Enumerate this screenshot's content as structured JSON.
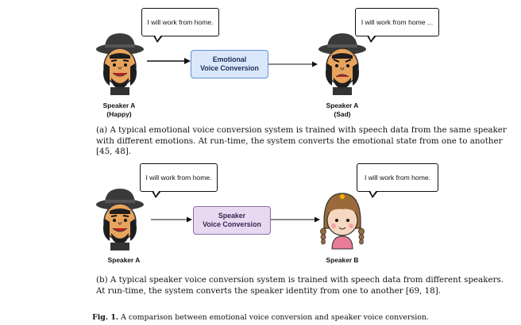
{
  "panel_a": {
    "speaker_left_bubble": "I will work from home.",
    "speaker_right_bubble": "I will work from home ...",
    "box_line1": "Emotional",
    "box_line2": "Voice Conversion",
    "speaker_left_name": "Speaker A",
    "speaker_left_state": "(Happy)",
    "speaker_right_name": "Speaker A",
    "speaker_right_state": "(Sad)",
    "caption": "(a) A typical emotional voice conversion system is trained with speech data from the same speaker with different emotions. At run-time, the system converts the emotional state from one to another [45, 48]."
  },
  "panel_b": {
    "speaker_left_bubble": "I will work from home.",
    "speaker_right_bubble": "I will work from home.",
    "box_line1": "Speaker",
    "box_line2": "Voice Conversion",
    "speaker_left_name": "Speaker A",
    "speaker_right_name": "Speaker B",
    "caption": "(b) A typical speaker voice conversion system is trained with speech data from different speakers. At run-time, the system converts the speaker identity from one to another [69, 18]."
  },
  "figure_caption": {
    "label": "Fig. 1.",
    "text": "A comparison between emotional voice conversion and speaker voice conversion."
  },
  "colors": {
    "emotional_box_fill": "#dbe8fb",
    "emotional_box_border": "#5d8fd8",
    "speaker_box_fill": "#e6d9f0",
    "speaker_box_border": "#8c69a8",
    "hat": "#3a3a3a",
    "skin_man": "#e8a35c",
    "skin_girl": "#f6d7bf",
    "girl_hair": "#9b6a3a",
    "girl_dress": "#e87a9a"
  },
  "icons": [
    "speaker-a-happy-icon",
    "speaker-a-sad-icon",
    "speaker-b-girl-icon",
    "arrow-icon"
  ]
}
